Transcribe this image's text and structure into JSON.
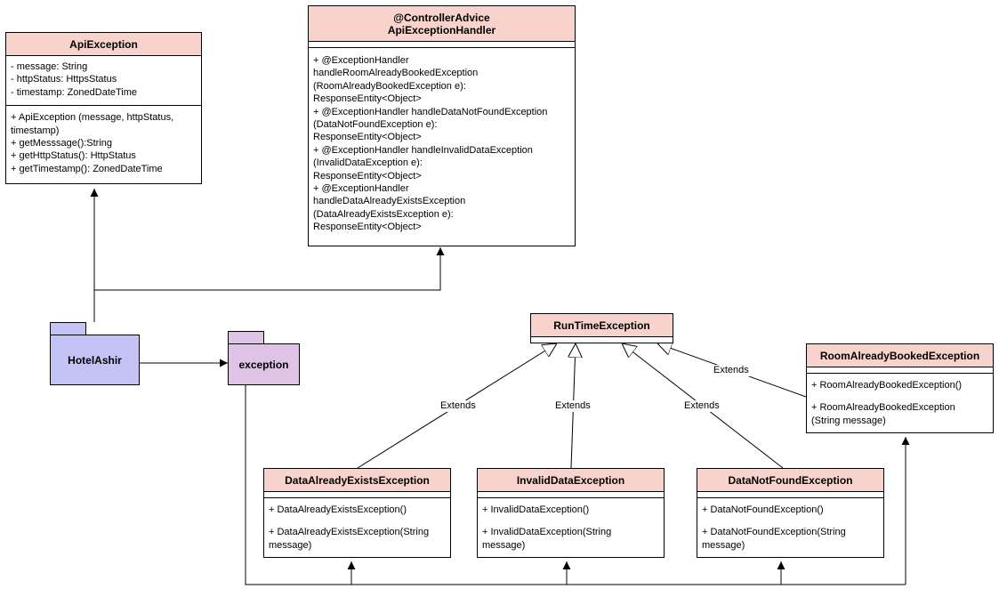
{
  "colors": {
    "class_header": "#f7d3cb",
    "package_hotel": "#c5c3f5",
    "package_exception": "#dec3e6",
    "line": "#000000"
  },
  "packages": {
    "hotel": {
      "name": "HotelAshir"
    },
    "exception": {
      "name": "exception"
    }
  },
  "classes": {
    "api_exception": {
      "title": "ApiException",
      "attributes": [
        "- message: String",
        "- httpStatus: HttpsStatus",
        "- timestamp: ZonedDateTime"
      ],
      "methods": [
        "+ ApiException (message, httpStatus,",
        "timestamp)",
        "+ getMesssage():String",
        "+ getHttpStatus(): HttpStatus",
        "+ getTimestamp(): ZonedDateTime"
      ]
    },
    "handler": {
      "stereotype": "@ControllerAdvice",
      "title": "ApiExceptionHandler",
      "methods": [
        "+ @ExceptionHandler",
        "handleRoomAlreadyBookedException",
        "(RoomAlreadyBookedException e):",
        "ResponseEntity<Object>",
        "+ @ExceptionHandler handleDataNotFoundException",
        "(DataNotFoundException e):",
        "ResponseEntity<Object>",
        "+ @ExceptionHandler handleInvalidDataException",
        "(InvalidDataException e):",
        "ResponseEntity<Object>",
        "+ @ExceptionHandler",
        "handleDataAlreadyExistsException",
        "(DataAlreadyExistsException e):",
        "ResponseEntity<Object>"
      ]
    },
    "runtime": {
      "title": "RunTimeException"
    },
    "room_booked": {
      "title": "RoomAlreadyBookedException",
      "methods": [
        "+ RoomAlreadyBookedException()",
        "+ RoomAlreadyBookedException\n(String message)"
      ]
    },
    "data_exists": {
      "title": "DataAlreadyExistsException",
      "methods": [
        "+ DataAlreadyExistsException()",
        "+ DataAlreadyExistsException(String\nmessage)"
      ]
    },
    "invalid_data": {
      "title": "InvalidDataException",
      "methods": [
        "+ InvalidDataException()",
        "+ InvalidDataException(String\nmessage)"
      ]
    },
    "not_found": {
      "title": "DataNotFoundException",
      "methods": [
        "+ DataNotFoundException()",
        "+ DataNotFoundException(String\nmessage)"
      ]
    }
  },
  "edge_labels": {
    "extends_1": "Extends",
    "extends_2": "Extends",
    "extends_3": "Extends",
    "extends_4": "Extends"
  }
}
